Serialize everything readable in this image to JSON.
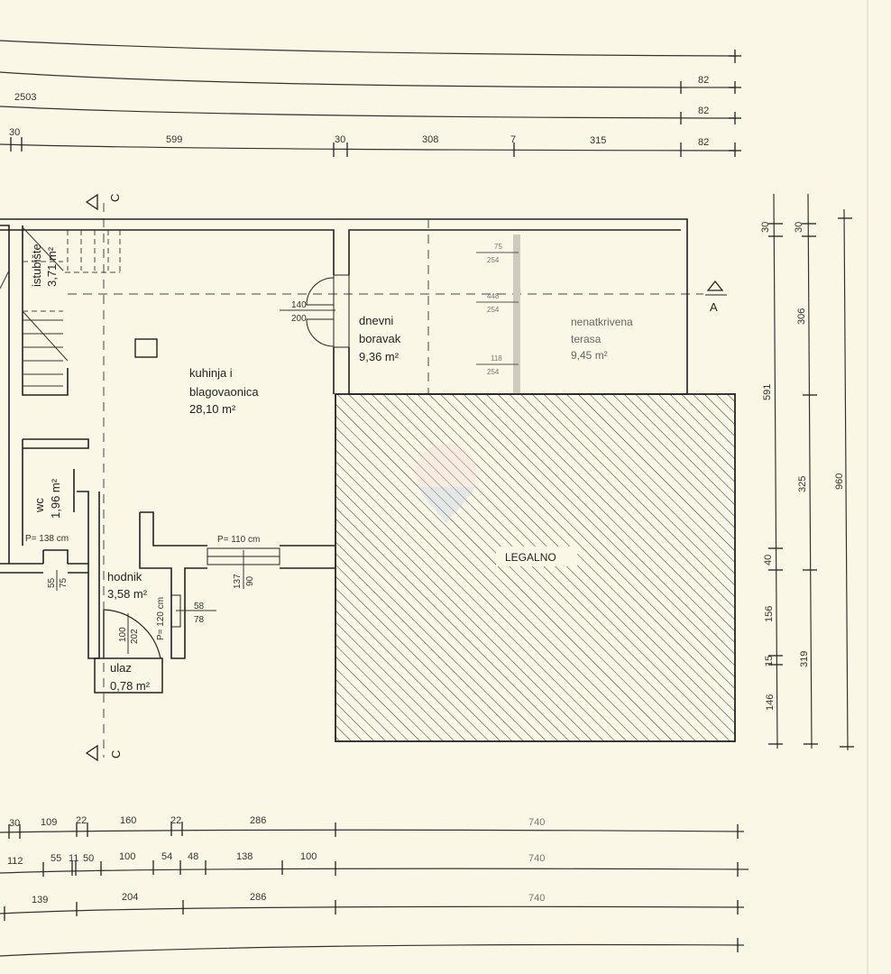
{
  "dimensions": {
    "top": {
      "row2": [
        "82"
      ],
      "row3": [
        "2503",
        "82"
      ],
      "row4": [
        "30",
        "599",
        "30",
        "308",
        "7",
        "315",
        "82"
      ]
    },
    "bottom": {
      "row1": [
        "30",
        "109",
        "22",
        "160",
        "22",
        "286",
        "740"
      ],
      "row2": [
        "112",
        "55",
        "11",
        "50",
        "100",
        "54",
        "48",
        "138",
        "100",
        "740"
      ],
      "row3": [
        "139",
        "204",
        "286",
        "740"
      ]
    },
    "right": {
      "col1": [
        "30",
        "591",
        "40",
        "156",
        "15",
        "146"
      ],
      "col2": [
        "30",
        "306",
        "325",
        "319"
      ],
      "col3": [
        "960"
      ]
    }
  },
  "rooms": {
    "stairs": {
      "name": "istubište",
      "area": "3,71 m²"
    },
    "kitchen": {
      "name1": "kuhinja i",
      "name2": "blagovaonica",
      "area": "28,10 m²"
    },
    "living": {
      "name1": "dnevni",
      "name2": "boravak",
      "area": "9,36 m²"
    },
    "terrace": {
      "name1": "nenatkrivena",
      "name2": "terasa",
      "area": "9,45 m²"
    },
    "wc": {
      "name": "wc",
      "area": "1,96 m²"
    },
    "hall": {
      "name": "hodnik",
      "area": "3,58 m²"
    },
    "entry": {
      "name": "ulaz",
      "area": "0,78 m²"
    },
    "legal": {
      "name": "LEGALNO"
    }
  },
  "openings": {
    "door_living": [
      "140",
      "200"
    ],
    "wc_window": [
      "55",
      "75"
    ],
    "wc_sill": "P= 138 cm",
    "kitchen_sill": "P= 110 cm",
    "kitchen_window": [
      "137",
      "90"
    ],
    "hall_window": [
      "58",
      "78"
    ],
    "hall_sill": "P= 120 cm",
    "entry_door": [
      "100",
      "202"
    ],
    "terrace_doors": [
      [
        "75",
        "254"
      ],
      [
        "448",
        "254"
      ],
      [
        "118",
        "254"
      ]
    ]
  },
  "section_markers": {
    "c_top": "C",
    "c_bottom": "C",
    "a": "A"
  }
}
